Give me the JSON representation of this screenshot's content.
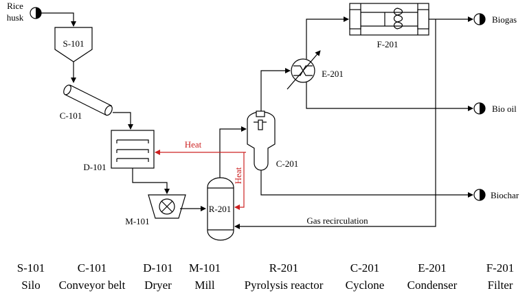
{
  "colors": {
    "line": "#000000",
    "heat": "#cc2020",
    "background": "#ffffff"
  },
  "streams": {
    "feed": [
      "Rice",
      "husk"
    ],
    "biogas": "Biogas",
    "bio_oil": "Bio oil",
    "biochar": "Biochar"
  },
  "equipment_tags": {
    "silo": "S-101",
    "conveyor": "C-101",
    "dryer": "D-101",
    "mill": "M-101",
    "reactor": "R-201",
    "cyclone": "C-201",
    "condenser": "E-201",
    "filter": "F-201"
  },
  "annotations": {
    "heat_to_dryer": "Heat",
    "heat_to_reactor": "Heat",
    "gas_recirculation": "Gas recirculation"
  },
  "legend": [
    {
      "tag": "S-101",
      "name": "Silo"
    },
    {
      "tag": "C-101",
      "name": "Conveyor belt"
    },
    {
      "tag": "D-101",
      "name": "Dryer"
    },
    {
      "tag": "M-101",
      "name": "Mill"
    },
    {
      "tag": "R-201",
      "name": "Pyrolysis reactor"
    },
    {
      "tag": "C-201",
      "name": "Cyclone"
    },
    {
      "tag": "E-201",
      "name": "Condenser"
    },
    {
      "tag": "F-201",
      "name": "Filter"
    }
  ]
}
